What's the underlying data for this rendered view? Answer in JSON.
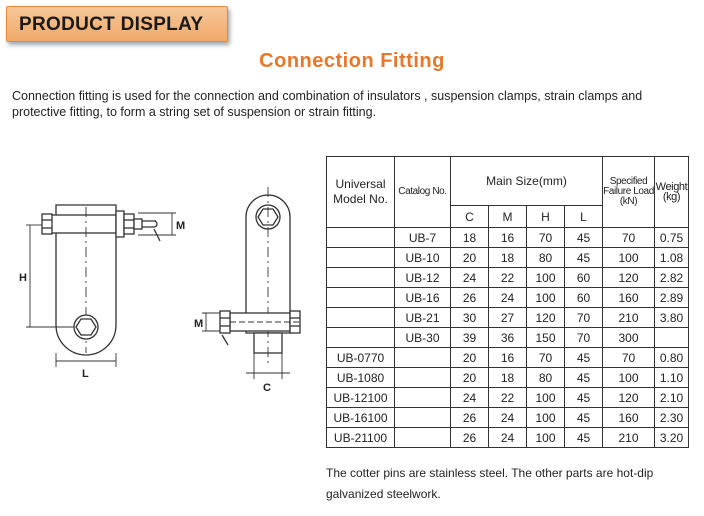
{
  "banner": "PRODUCT DISPLAY",
  "title": "Connection Fitting",
  "description": "Connection fitting is used for the connection and combination of insulators , suspension clamps, strain clamps and protective fitting, to form a string set of suspension or strain fitting.",
  "drawing_labels": {
    "H": "H",
    "M_front": "M",
    "L": "L",
    "M_side": "M",
    "C": "C"
  },
  "table": {
    "headers": {
      "model": "Universal Model No.",
      "catalog": "Catalog No.",
      "main_size": "Main Size(mm)",
      "sub": [
        "C",
        "M",
        "H",
        "L"
      ],
      "load": "Specified Failure Load (kN)",
      "weight": "Weight (kg)"
    },
    "rows": [
      {
        "model": "",
        "catalog": "UB-7",
        "c": "18",
        "m": "16",
        "h": "70",
        "l": "45",
        "load": "70",
        "weight": "0.75"
      },
      {
        "model": "",
        "catalog": "UB-10",
        "c": "20",
        "m": "18",
        "h": "80",
        "l": "45",
        "load": "100",
        "weight": "1.08"
      },
      {
        "model": "",
        "catalog": "UB-12",
        "c": "24",
        "m": "22",
        "h": "100",
        "l": "60",
        "load": "120",
        "weight": "2.82"
      },
      {
        "model": "",
        "catalog": "UB-16",
        "c": "26",
        "m": "24",
        "h": "100",
        "l": "60",
        "load": "160",
        "weight": "2.89"
      },
      {
        "model": "",
        "catalog": "UB-21",
        "c": "30",
        "m": "27",
        "h": "120",
        "l": "70",
        "load": "210",
        "weight": "3.80"
      },
      {
        "model": "",
        "catalog": "UB-30",
        "c": "39",
        "m": "36",
        "h": "150",
        "l": "70",
        "load": "300",
        "weight": ""
      },
      {
        "model": "UB-0770",
        "catalog": "",
        "c": "20",
        "m": "16",
        "h": "70",
        "l": "45",
        "load": "70",
        "weight": "0.80"
      },
      {
        "model": "UB-1080",
        "catalog": "",
        "c": "20",
        "m": "18",
        "h": "80",
        "l": "45",
        "load": "100",
        "weight": "1.10"
      },
      {
        "model": "UB-12100",
        "catalog": "",
        "c": "24",
        "m": "22",
        "h": "100",
        "l": "45",
        "load": "120",
        "weight": "2.10"
      },
      {
        "model": "UB-16100",
        "catalog": "",
        "c": "26",
        "m": "24",
        "h": "100",
        "l": "45",
        "load": "160",
        "weight": "2.30"
      },
      {
        "model": "UB-21100",
        "catalog": "",
        "c": "26",
        "m": "24",
        "h": "100",
        "l": "45",
        "load": "210",
        "weight": "3.20"
      }
    ]
  },
  "note": "The cotter pins are stainless steel. The other parts are hot-dip galvanized steelwork."
}
